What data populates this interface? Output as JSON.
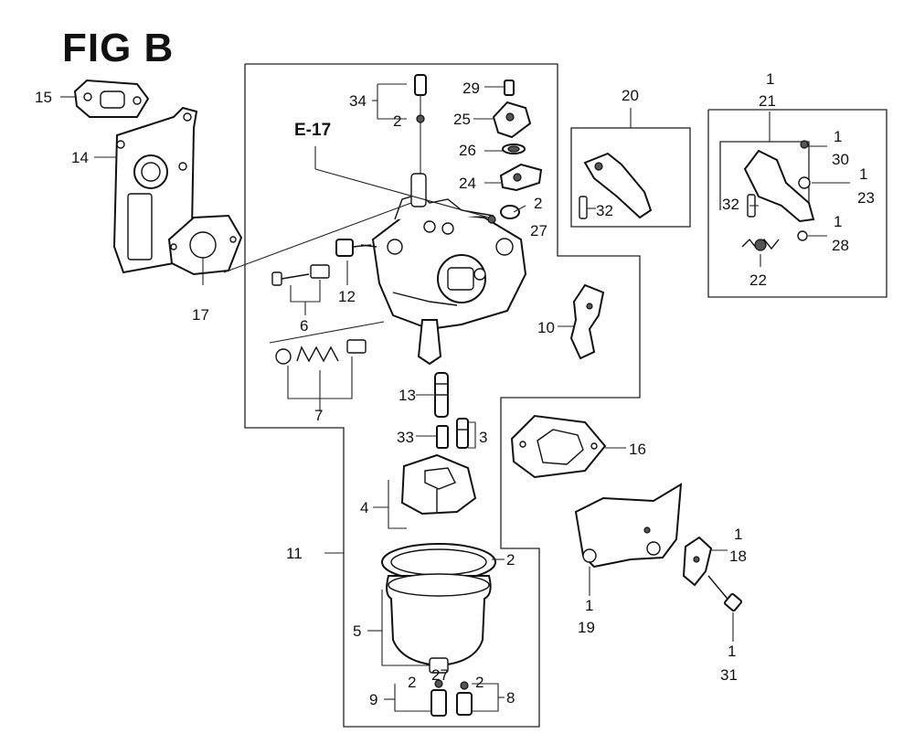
{
  "figure": {
    "title": "FIG B",
    "reference": "E-17"
  },
  "callouts": {
    "p1": "1",
    "p2": "2",
    "p3": "3",
    "p4": "4",
    "p5": "5",
    "p6": "6",
    "p7": "7",
    "p8": "8",
    "p9": "9",
    "p10": "10",
    "p11": "11",
    "p12": "12",
    "p13": "13",
    "p14": "14",
    "p15": "15",
    "p16": "16",
    "p17": "17",
    "p18": "18",
    "p19": "19",
    "p20": "20",
    "p21": "21",
    "p22": "22",
    "p23": "23",
    "p24": "24",
    "p25": "25",
    "p26": "26",
    "p27": "27",
    "p28": "28",
    "p29": "29",
    "p30": "30",
    "p31": "31",
    "p32": "32",
    "p33": "33",
    "p34": "34"
  }
}
